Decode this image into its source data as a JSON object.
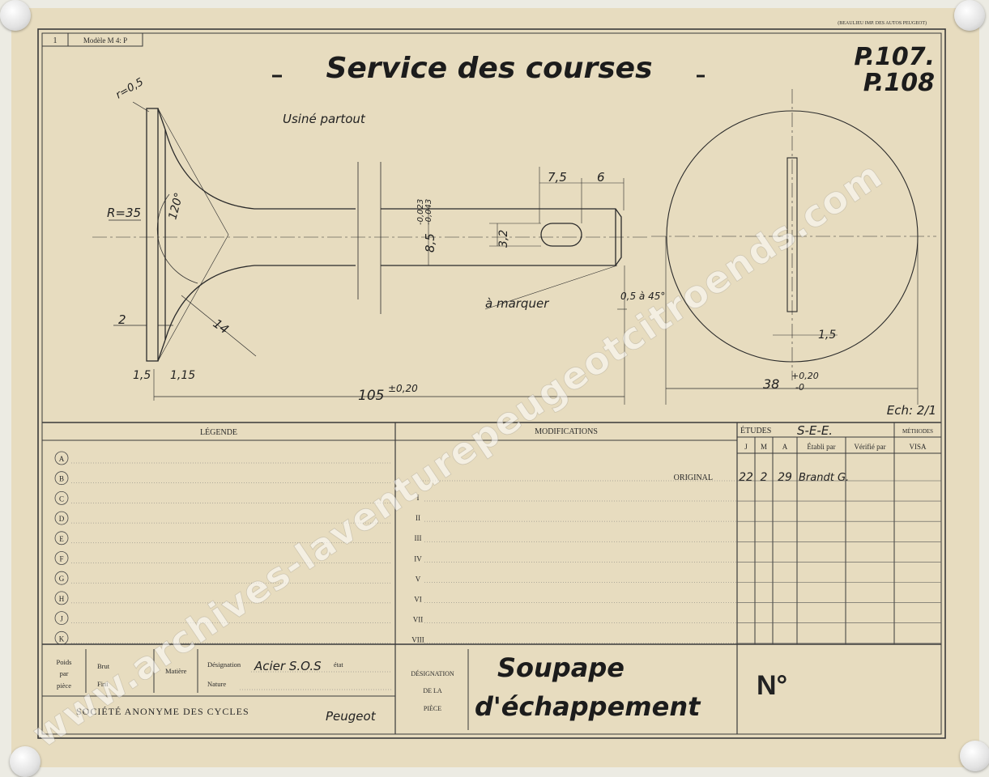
{
  "header": {
    "sheet_no": "1",
    "model": "Modèle M 4: P",
    "printer": "(BEAULIEU IMP. DES AUTOS PEUGEOT)",
    "title": "Service des courses",
    "ref1": "P.107.",
    "ref2": "P.108"
  },
  "drawing": {
    "note_machined": "Usiné partout",
    "dim_r05": "r=0,5",
    "dim_r35": "R=35",
    "dim_120": "120°",
    "dim_2": "2",
    "dim_14": "14",
    "dim_15": "1,5",
    "dim_115": "1,15",
    "dim_length": "105",
    "dim_length_tol": "±0,20",
    "dim_shaft": "8,5",
    "dim_shaft_tol1": "-0,023",
    "dim_shaft_tol2": "-0,043",
    "dim_75": "7,5",
    "dim_6": "6",
    "dim_32": "3,2",
    "note_mark": "à marquer",
    "note_chamfer": "0,5 à 45°",
    "dim_diam": "38",
    "dim_diam_tol1": "+0,20",
    "dim_diam_tol2": "-0",
    "dim_slot": "1,5",
    "scale": "Ech: 2/1"
  },
  "legend": {
    "header": "LÉGENDE",
    "items": [
      "A",
      "B",
      "C",
      "D",
      "E",
      "F",
      "G",
      "H",
      "J",
      "K"
    ]
  },
  "modifications": {
    "header": "MODIFICATIONS",
    "original": "ORIGINAL",
    "rows": [
      "I",
      "II",
      "III",
      "IV",
      "V",
      "VI",
      "VII",
      "VIII"
    ]
  },
  "etudes": {
    "header": "ÉTUDES",
    "code": "S-E-E.",
    "methods": "MÉTHODES",
    "visa": "VISA",
    "col_j": "J",
    "col_m": "M",
    "col_a": "A",
    "col_etabli": "Établi par",
    "col_verifie": "Vérifié par",
    "day": "22",
    "month": "2",
    "year": "29",
    "author": "Brandt G."
  },
  "footer": {
    "poids": "Poids",
    "par": "par",
    "piece": "pièce",
    "brut": "Brut",
    "fini": "Fini",
    "matiere": "Matière",
    "designation_label": "Désignation",
    "designation_value": "Acier S.O.S",
    "etat": "état",
    "nature": "Nature",
    "company": "SOCIÉTÉ ANONYME DES CYCLES",
    "brand": "Peugeot",
    "des_piece_1": "DÉSIGNATION",
    "des_piece_2": "DE LA",
    "des_piece_3": "PIÈCE",
    "part_name_1": "Soupape",
    "part_name_2": "d'échappement",
    "number_label": "N°"
  },
  "watermark": "www.archives-laventurepeugeotcitroends.com"
}
